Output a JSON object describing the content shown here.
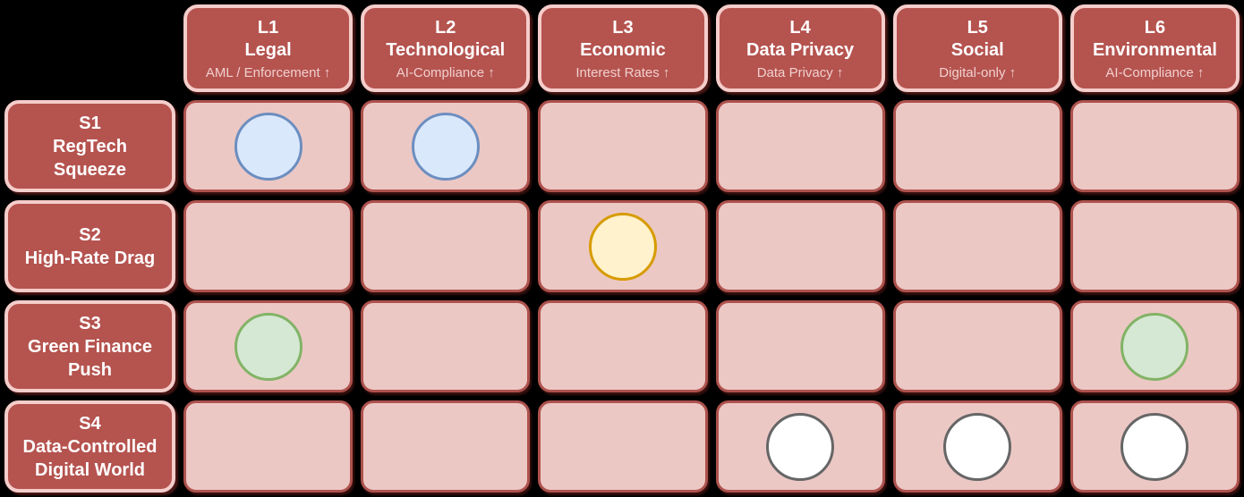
{
  "matrix": {
    "columns": [
      {
        "id": "L1",
        "title": "Legal",
        "subtitle": "AML / Enforcement ↑"
      },
      {
        "id": "L2",
        "title": "Technological",
        "subtitle": "AI-Compliance ↑"
      },
      {
        "id": "L3",
        "title": "Economic",
        "subtitle": "Interest Rates ↑"
      },
      {
        "id": "L4",
        "title": "Data Privacy",
        "subtitle": "Data Privacy ↑"
      },
      {
        "id": "L5",
        "title": "Social",
        "subtitle": "Digital-only ↑"
      },
      {
        "id": "L6",
        "title": "Environmental",
        "subtitle": "AI-Compliance ↑"
      }
    ],
    "rows": [
      {
        "id": "S1",
        "title": "RegTech\nSqueeze"
      },
      {
        "id": "S2",
        "title": "High-Rate Drag"
      },
      {
        "id": "S3",
        "title": "Green Finance\nPush"
      },
      {
        "id": "S4",
        "title": "Data-Controlled\nDigital World"
      }
    ],
    "markers": [
      {
        "row": "S1",
        "col": "L1",
        "color": "blue"
      },
      {
        "row": "S1",
        "col": "L2",
        "color": "blue"
      },
      {
        "row": "S2",
        "col": "L3",
        "color": "yellow"
      },
      {
        "row": "S3",
        "col": "L1",
        "color": "green"
      },
      {
        "row": "S3",
        "col": "L6",
        "color": "green"
      },
      {
        "row": "S4",
        "col": "L4",
        "color": "white"
      },
      {
        "row": "S4",
        "col": "L5",
        "color": "white"
      },
      {
        "row": "S4",
        "col": "L6",
        "color": "white"
      }
    ]
  },
  "colors": {
    "background": "#000000",
    "header_fill": "#b5534f",
    "header_border": "#f5cdca",
    "header_text": "#ffffff",
    "header_subtext": "#f0d0ce",
    "cell_fill": "#ecc8c5",
    "cell_border": "#ad524d",
    "marker_styles": {
      "blue": {
        "fill": "#dae8fc",
        "stroke": "#6c8ebf"
      },
      "yellow": {
        "fill": "#fff2cc",
        "stroke": "#d79b00"
      },
      "green": {
        "fill": "#d5e8d4",
        "stroke": "#82b366"
      },
      "white": {
        "fill": "#ffffff",
        "stroke": "#666666"
      }
    }
  }
}
